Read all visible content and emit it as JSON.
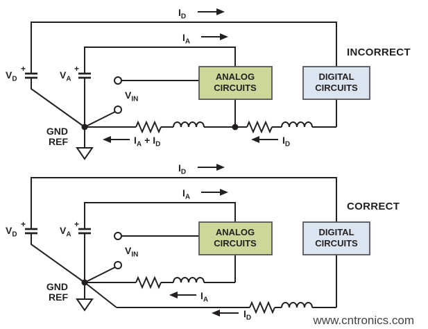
{
  "watermark": "www.cntronics.com",
  "colors": {
    "line": "#231f20",
    "analog_fill": "#ccd79a",
    "digital_fill": "#dbe5f1",
    "watermark_green": "#8dc63f"
  },
  "incorrect": {
    "verdict": "INCORRECT",
    "top_current": {
      "m": "I",
      "s": "D"
    },
    "mid_current": {
      "m": "I",
      "s": "A"
    },
    "vd": {
      "m": "V",
      "s": "D",
      "plus": "+"
    },
    "va": {
      "m": "V",
      "s": "A",
      "plus": "+"
    },
    "vin": {
      "m": "V",
      "s": "IN"
    },
    "analog_box": {
      "line1": "ANALOG",
      "line2": "CIRCUITS"
    },
    "digital_box": {
      "line1": "DIGITAL",
      "line2": "CIRCUITS"
    },
    "gnd": {
      "line1": "GND",
      "line2": "REF"
    },
    "return_left": {
      "m1": "I",
      "s1": "A",
      "m2": "+ I",
      "s2": "D"
    },
    "return_right": {
      "m": "I",
      "s": "D"
    }
  },
  "correct": {
    "verdict": "CORRECT",
    "top_current": {
      "m": "I",
      "s": "D"
    },
    "mid_current": {
      "m": "I",
      "s": "A"
    },
    "vd": {
      "m": "V",
      "s": "D",
      "plus": "+"
    },
    "va": {
      "m": "V",
      "s": "A",
      "plus": "+"
    },
    "vin": {
      "m": "V",
      "s": "IN"
    },
    "analog_box": {
      "line1": "ANALOG",
      "line2": "CIRCUITS"
    },
    "digital_box": {
      "line1": "DIGITAL",
      "line2": "CIRCUITS"
    },
    "gnd": {
      "line1": "GND",
      "line2": "REF"
    },
    "analog_return": {
      "m": "I",
      "s": "A"
    },
    "digital_return": {
      "m": "I",
      "s": "D"
    }
  }
}
